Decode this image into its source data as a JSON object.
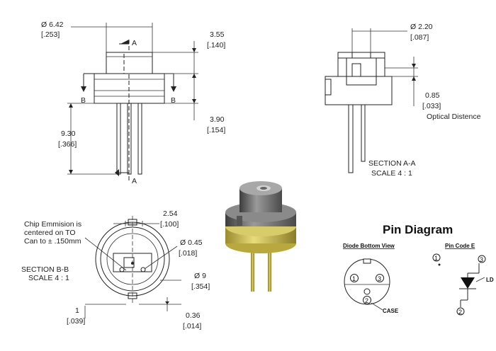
{
  "top_view": {
    "dia_642": "Ø 6.42",
    "dia_253": "[.253]",
    "h_355": "3.55",
    "h_140": "[.140]",
    "h_390": "3.90",
    "h_154": "[.154]",
    "len_930": "9.30",
    "len_366": "[.366]",
    "mark_a": "A",
    "mark_b": "B"
  },
  "section_aa": {
    "dia_220": "Ø 2.20",
    "dia_087": "[.087]",
    "h_085": "0.85",
    "h_033": "[.033]",
    "optical": "Optical Distence",
    "title": "SECTION A-A",
    "scale": "SCALE 4 : 1"
  },
  "section_bb": {
    "note_line1": "Chip Emmision is",
    "note_line2": "centered on TO",
    "note_line3": "Can to ± .150mm",
    "w_254": "2.54",
    "w_100": "[.100]",
    "d_045": "Ø 0.45",
    "d_018": "[.018]",
    "title": "SECTION B-B",
    "scale": "SCALE 4 : 1",
    "d_9": "Ø 9",
    "d_354": "[.354]",
    "w_1": "1",
    "w_039": "[.039]",
    "w_036": "0.36",
    "w_014": "[.014]"
  },
  "pin_diagram": {
    "title": "Pin Diagram",
    "bottom_view": "Diode Bottom View",
    "pin_code": "Pin Code E",
    "pin1": "1",
    "pin2": "2",
    "pin3": "3",
    "case": "CASE",
    "ld": "LD"
  }
}
